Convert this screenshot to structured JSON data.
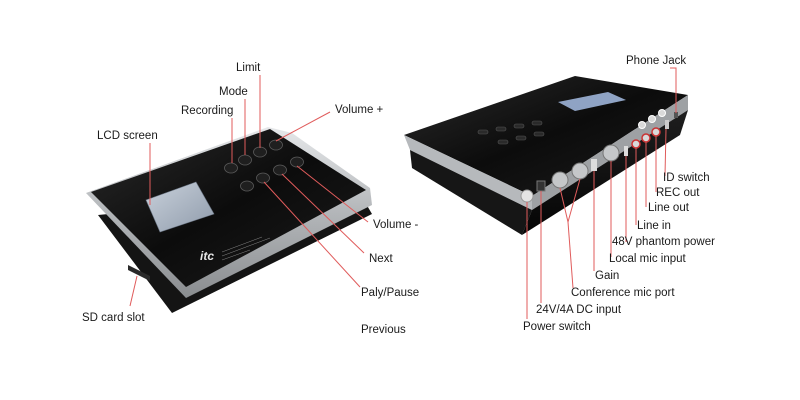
{
  "brand": {
    "logo_text": "itc"
  },
  "colors": {
    "leader_line": "#e05b5b",
    "device_black": "#101010",
    "device_silver": "#b9bcbf",
    "lcd": "#aeb9c7"
  },
  "left_device": {
    "labels": {
      "lcd_screen": "LCD screen",
      "recording": "Recording",
      "mode": "Mode",
      "limit": "Limit",
      "volume_plus": "Volume +",
      "volume_minus": "Volume -",
      "next": "Next",
      "play_pause": "Paly/Pause",
      "previous": "Previous",
      "sd_card_slot": "SD card slot"
    }
  },
  "right_device": {
    "labels": {
      "phone_jack": "Phone Jack",
      "id_switch": "ID switch",
      "rec_out": "REC out",
      "line_out": "Line out",
      "line_in": "Line in",
      "phantom_power": "48V phantom power",
      "local_mic_input": "Local mic input",
      "gain": "Gain",
      "conference_mic_port": "Conference mic port",
      "dc_input": "24V/4A DC input",
      "power_switch": "Power switch"
    }
  }
}
